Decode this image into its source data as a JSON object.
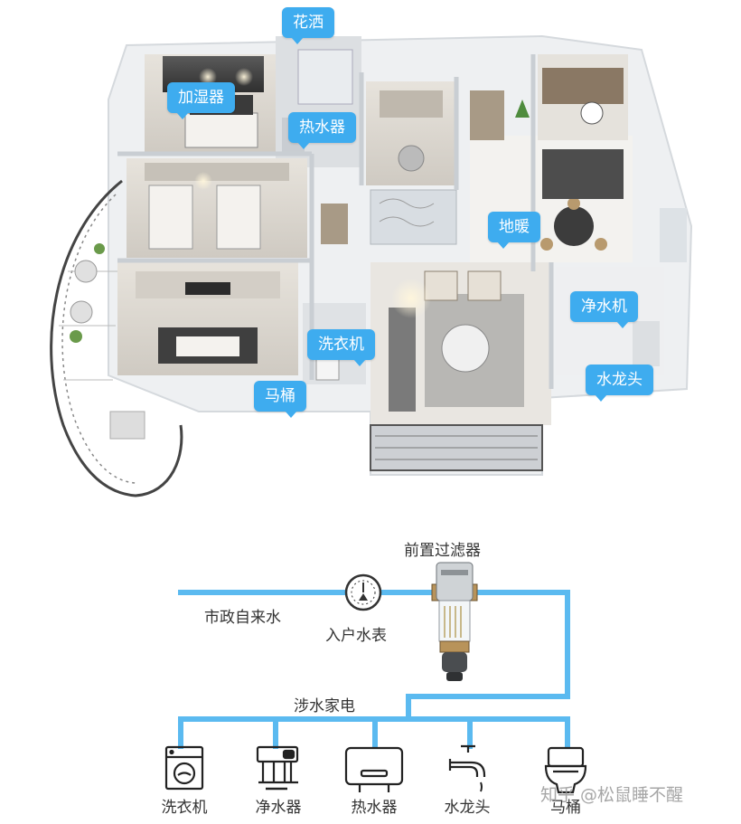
{
  "floorplan": {
    "labels": {
      "shower": "花洒",
      "humidifier": "加湿器",
      "water_heater": "热水器",
      "floor_heating": "地暖",
      "water_purifier": "净水机",
      "washing_machine": "洗衣机",
      "toilet": "马桶",
      "faucet": "水龙头"
    }
  },
  "system": {
    "pre_filter": "前置过滤器",
    "municipal_water": "市政自来水",
    "water_meter": "入户水表",
    "appliances_title": "涉水家电"
  },
  "appliances": [
    {
      "label": "洗衣机",
      "icon": "washing-machine-icon"
    },
    {
      "label": "净水器",
      "icon": "water-purifier-icon"
    },
    {
      "label": "热水器",
      "icon": "water-heater-icon"
    },
    {
      "label": "水龙头",
      "icon": "faucet-icon"
    },
    {
      "label": "马桶",
      "icon": "toilet-icon"
    }
  ],
  "watermark": "知乎 @松鼠睡不醒",
  "colors": {
    "tag": "#3eacef",
    "pipe": "#5bbaf0",
    "wall": "#f1f3f5",
    "floor": "#d9d5cf",
    "text": "#333333"
  }
}
